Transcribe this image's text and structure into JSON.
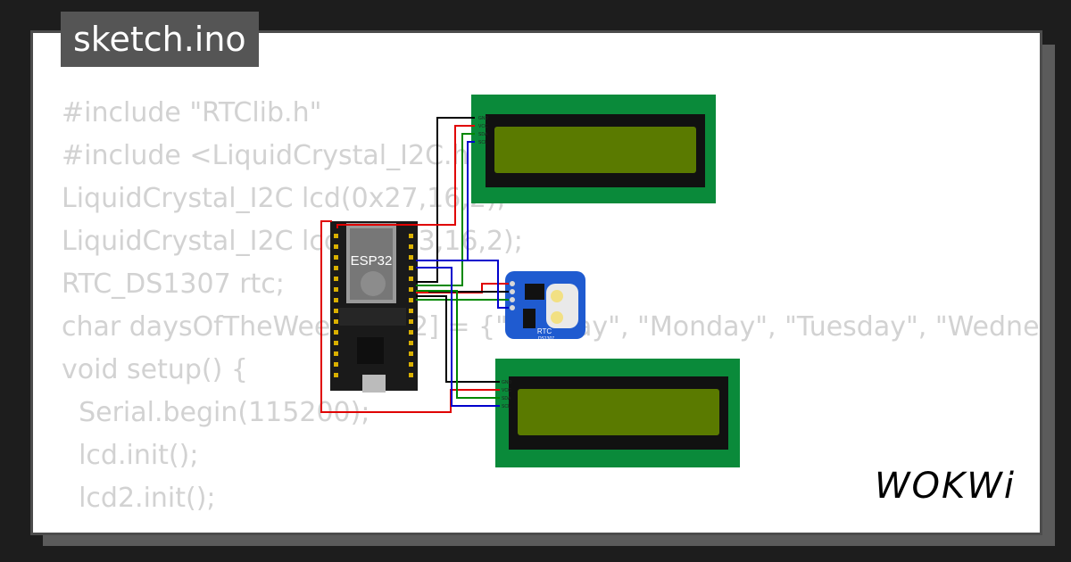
{
  "tab": {
    "filename": "sketch.ino"
  },
  "code": {
    "lines": [
      "#include \"RTClib.h\"",
      "#include <LiquidCrystal_I2C.h>",
      "LiquidCrystal_I2C lcd(0x27,16,2);",
      "LiquidCrystal_I2C lcd2(0x23,16,2);",
      "RTC_DS1307 rtc;",
      "char daysOfTheWeek[7][12] = {\"Sunday\", \"Monday\", \"Tuesday\", \"Wedne",
      "void setup() {",
      "  Serial.begin(115200);",
      "  lcd.init();",
      "  lcd2.init();"
    ]
  },
  "diagram": {
    "esp32_label": "ESP32",
    "rtc_label": "RTC",
    "rtc_sublabel": "DS1307",
    "lcd_pins": [
      "GND",
      "VCC",
      "SDA",
      "SCL"
    ],
    "wire_colors": {
      "gnd": "#000000",
      "vcc": "#e00000",
      "sda": "#008800",
      "scl": "#0000cc"
    },
    "lcd_bezel_color": "#0a8a3a",
    "lcd_screen_color": "#5a7a00"
  },
  "brand": {
    "logo_text": "WOKWi"
  }
}
